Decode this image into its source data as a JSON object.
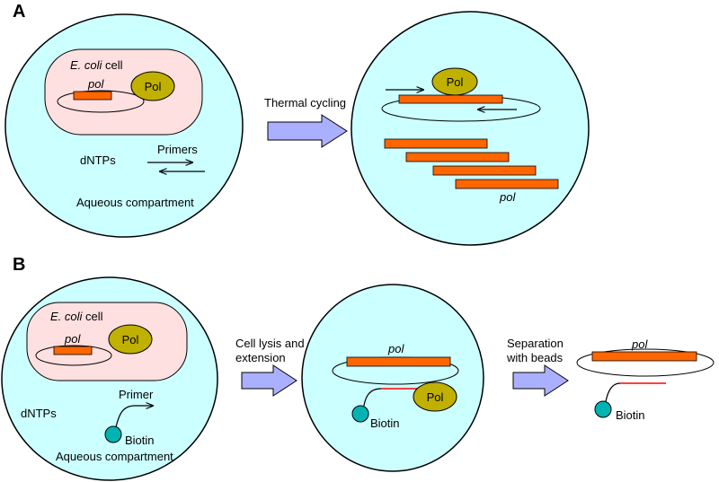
{
  "panels": {
    "A": {
      "letter": "A",
      "cell": {
        "species": "E. coli",
        "suffix": " cell",
        "gene": "pol",
        "enzyme": "Pol"
      },
      "dntps": "dNTPs",
      "primers": "Primers",
      "compartment": "Aqueous compartment",
      "step": "Thermal cycling",
      "result": {
        "enzyme": "Pol",
        "product": "pol"
      }
    },
    "B": {
      "letter": "B",
      "cell": {
        "species": "E. coli",
        "suffix": " cell",
        "gene": "pol",
        "enzyme": "Pol"
      },
      "dntps": "dNTPs",
      "primer": "Primer",
      "biotin": "Biotin",
      "compartment": "Aqueous compartment",
      "step1": {
        "line1": "Cell lysis and",
        "line2": "extension"
      },
      "middle": {
        "gene": "pol",
        "enzyme": "Pol",
        "biotin": "Biotin"
      },
      "step2": {
        "line1": "Separation",
        "line2": "with beads"
      },
      "final": {
        "gene": "pol",
        "biotin": "Biotin"
      }
    }
  },
  "colors": {
    "compartment_fill": "#ccffff",
    "cell_fill": "#ffe0e0",
    "gene_fill": "#ff6600",
    "pol_fill": "#c0b000",
    "arrow_fill": "#aab0ff",
    "bead_fill": "#00b3b3",
    "extension_line": "#ff0000"
  }
}
